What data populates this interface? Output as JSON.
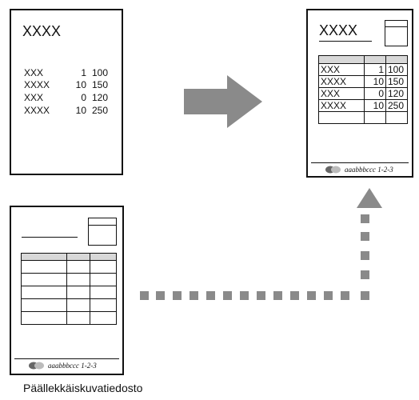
{
  "plain_document": {
    "title": "XXXX",
    "rows": [
      {
        "name": "XXX",
        "qty": "1",
        "value": "100"
      },
      {
        "name": "XXXX",
        "qty": "10",
        "value": "150"
      },
      {
        "name": "XXX",
        "qty": "0",
        "value": "120"
      },
      {
        "name": "XXXX",
        "qty": "10",
        "value": "250"
      }
    ]
  },
  "result_document": {
    "title": "XXXX",
    "rows": [
      {
        "name": "XXX",
        "qty": "1",
        "value": "100"
      },
      {
        "name": "XXXX",
        "qty": "10",
        "value": "150"
      },
      {
        "name": "XXX",
        "qty": "0",
        "value": "120"
      },
      {
        "name": "XXXX",
        "qty": "10",
        "value": "250"
      }
    ],
    "footer_text": "aaabbbccc 1-2-3"
  },
  "overlay_document": {
    "footer_text": "aaabbbccc 1-2-3"
  },
  "caption": "Päällekkäiskuvatiedosto",
  "colors": {
    "arrow_gray": "#8a8a8a",
    "table_header_gray": "#d8d8d8"
  }
}
